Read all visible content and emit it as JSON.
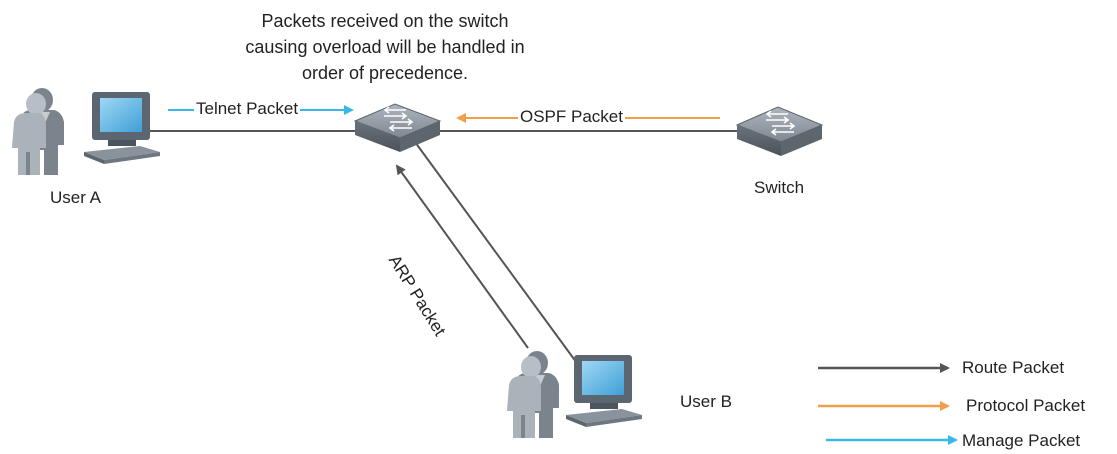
{
  "note": {
    "line1": "Packets received on the switch",
    "line2": "causing overload will be handled in",
    "line3": "order of precedence."
  },
  "nodes": {
    "user_a": "User A",
    "user_b": "User B",
    "switch": "Switch"
  },
  "flows": {
    "telnet": "Telnet Packet",
    "ospf": "OSPF Packet",
    "arp": "ARP Packet"
  },
  "legend": {
    "route": "Route Packet",
    "protocol": "Protocol Packet",
    "manage": "Manage Packet"
  },
  "colors": {
    "route": "#555555",
    "protocol": "#f0a04b",
    "manage": "#3ab7e6",
    "device": "#6a7480",
    "screen": "#5bb5e8"
  }
}
